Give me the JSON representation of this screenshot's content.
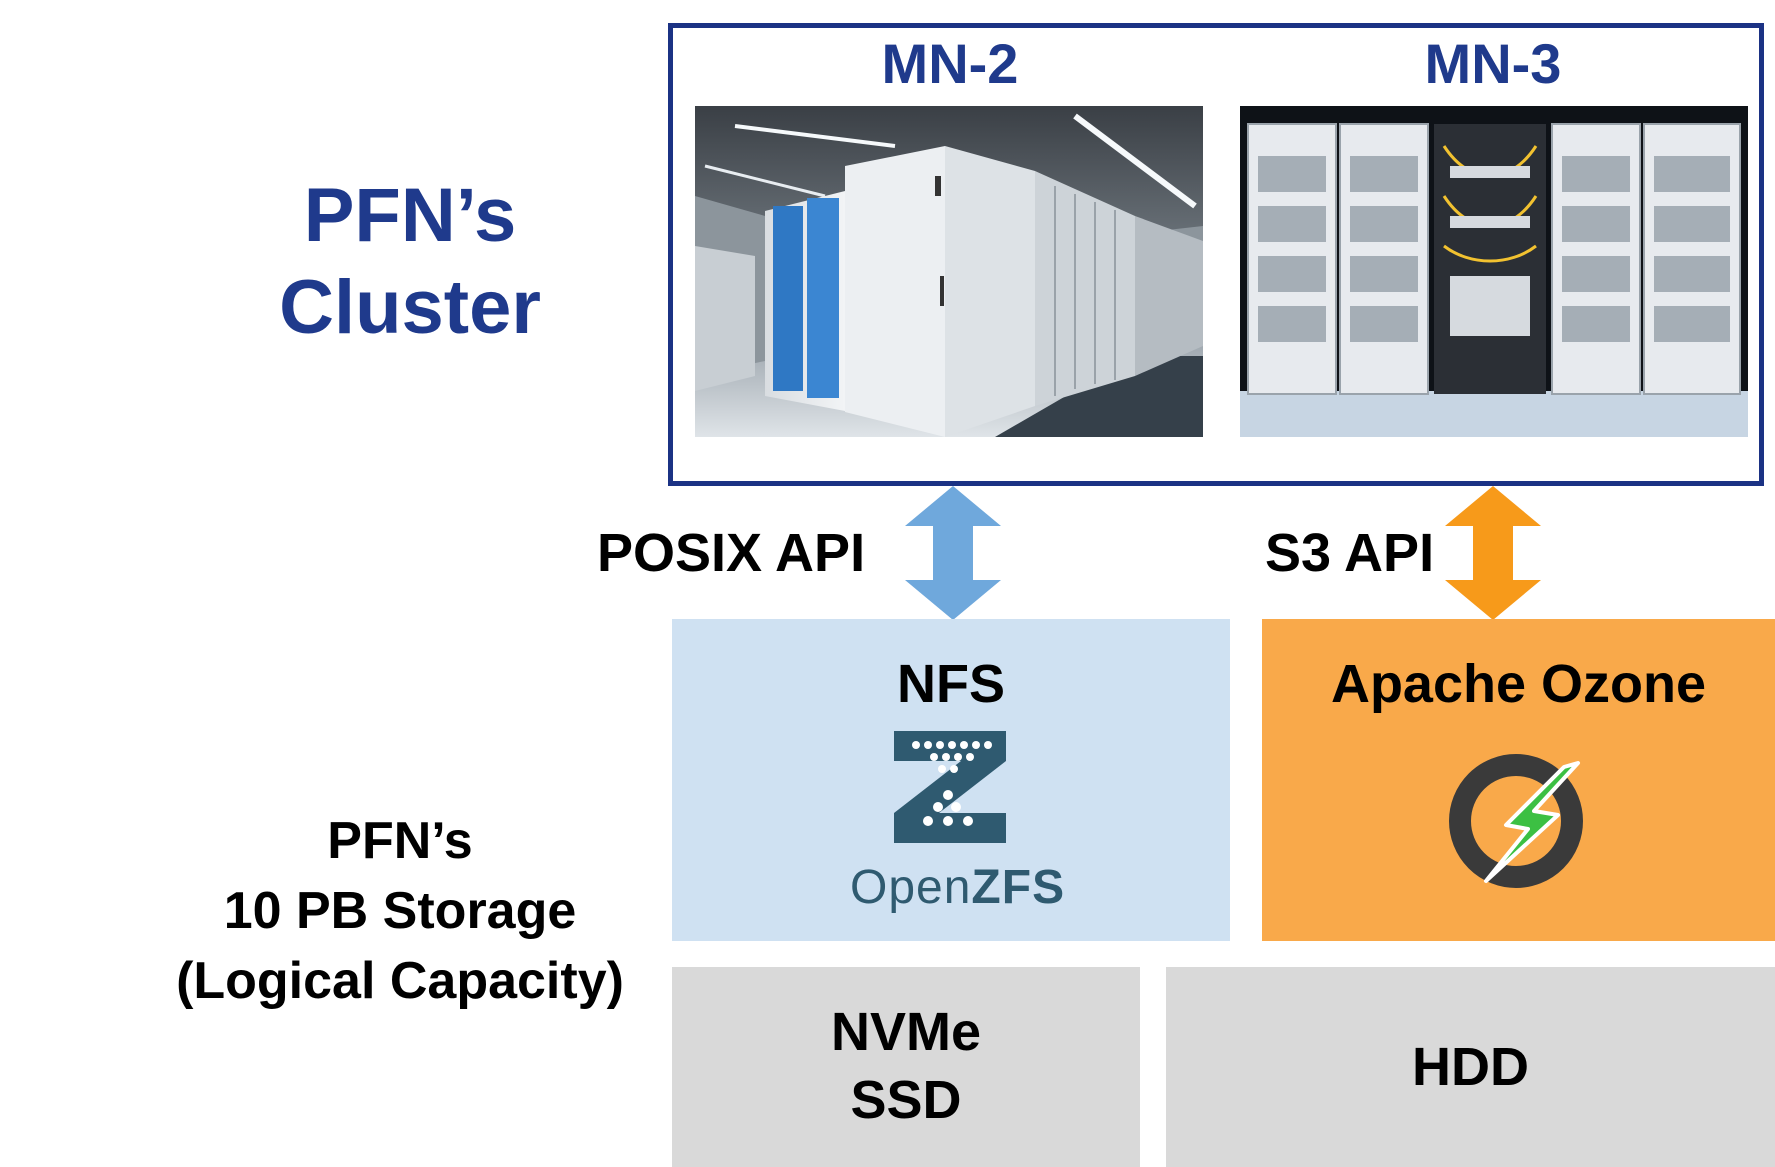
{
  "cluster": {
    "title_line1": "PFN’s",
    "title_line2": "Cluster",
    "nodes": [
      {
        "label": "MN-2"
      },
      {
        "label": "MN-3"
      }
    ]
  },
  "apis": {
    "posix": "POSIX API",
    "s3": "S3 API"
  },
  "storage": {
    "title_line1": "PFN’s",
    "title_line2": "10 PB Storage",
    "title_line3": "(Logical Capacity)",
    "filesystems": {
      "nfs": {
        "label": "NFS",
        "logo_text_open": "Open",
        "logo_text_zfs": "ZFS"
      },
      "ozone": {
        "label": "Apache Ozone"
      }
    },
    "media": {
      "nvme_line1": "NVMe",
      "nvme_line2": "SSD",
      "hdd": "HDD"
    }
  },
  "colors": {
    "cluster_blue": "#1f3a8c",
    "posix_arrow": "#6fa8dc",
    "s3_arrow": "#f79a1a",
    "nfs_box": "#cfe1f2",
    "ozone_box": "#f9a94a",
    "media_box": "#d9d9d9"
  }
}
